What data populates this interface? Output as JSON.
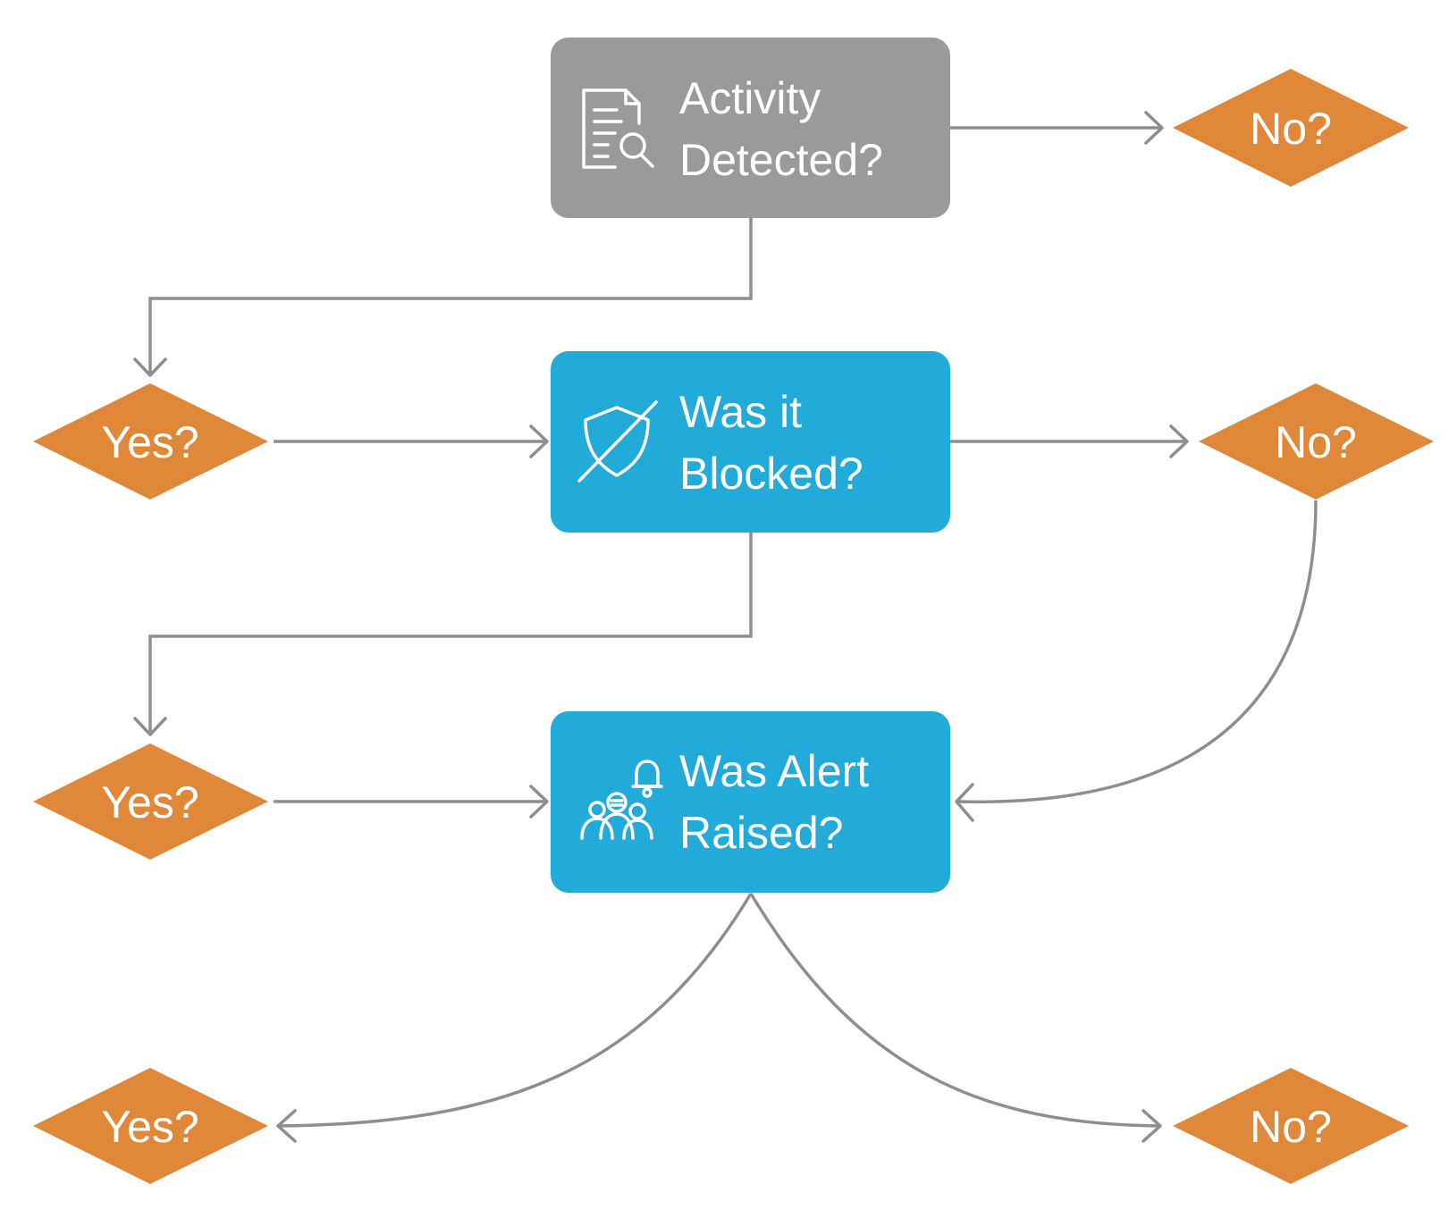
{
  "colors": {
    "process_gray": "#9a9a9a",
    "process_blue": "#22aad8",
    "decision_orange": "#e0883a",
    "connector": "#8e8e8e",
    "text": "#ffffff"
  },
  "nodes": {
    "activity": {
      "line1": "Activity",
      "line2": "Detected?",
      "icon": "document-search-icon"
    },
    "blocked": {
      "line1": "Was it",
      "line2": "Blocked?",
      "icon": "shield-slash-icon"
    },
    "alert": {
      "line1": "Was Alert",
      "line2": "Raised?",
      "icon": "alert-people-icon"
    }
  },
  "decisions": {
    "d1_no": "No?",
    "d2_yes": "Yes?",
    "d2_no": "No?",
    "d3_yes": "Yes?",
    "d4_yes": "Yes?",
    "d4_no": "No?"
  },
  "edges": [
    {
      "from": "activity",
      "to": "d1_no"
    },
    {
      "from": "activity",
      "to": "d2_yes"
    },
    {
      "from": "d2_yes",
      "to": "blocked"
    },
    {
      "from": "blocked",
      "to": "d2_no"
    },
    {
      "from": "blocked",
      "to": "d3_yes"
    },
    {
      "from": "d2_no",
      "to": "alert"
    },
    {
      "from": "d3_yes",
      "to": "alert"
    },
    {
      "from": "alert",
      "to": "d4_yes"
    },
    {
      "from": "alert",
      "to": "d4_no"
    }
  ]
}
